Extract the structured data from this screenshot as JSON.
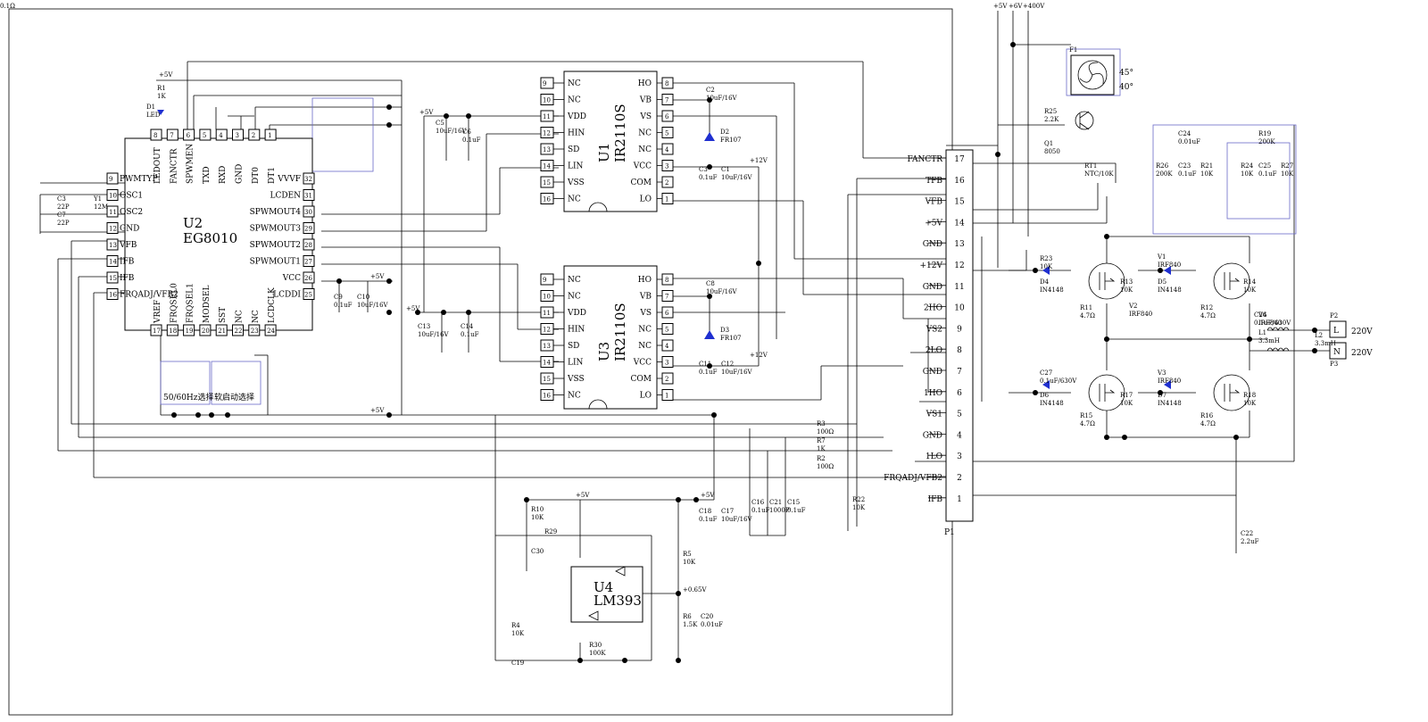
{
  "u2": {
    "ref": "U2",
    "part": "EG8010",
    "left": [
      [
        "9",
        "PWMTYP"
      ],
      [
        "10",
        "OSC1"
      ],
      [
        "11",
        "OSC2"
      ],
      [
        "12",
        "GND"
      ],
      [
        "13",
        "VFB"
      ],
      [
        "14",
        "IFB"
      ],
      [
        "15",
        "IFB"
      ],
      [
        "16",
        "FRQADJ/VFB2"
      ]
    ],
    "top": [
      [
        "8",
        "LEDOUT"
      ],
      [
        "7",
        "FANCTR"
      ],
      [
        "6",
        "SPWMEN"
      ],
      [
        "5",
        "TXD"
      ],
      [
        "4",
        "RXD"
      ],
      [
        "3",
        "GND"
      ],
      [
        "2",
        "DT0"
      ],
      [
        "1",
        "DT1"
      ]
    ],
    "right": [
      [
        "32",
        "VVVF"
      ],
      [
        "31",
        "LCDEN"
      ],
      [
        "30",
        "SPWMOUT4"
      ],
      [
        "29",
        "SPWMOUT3"
      ],
      [
        "28",
        "SPWMOUT2"
      ],
      [
        "27",
        "SPWMOUT1"
      ],
      [
        "26",
        "VCC"
      ],
      [
        "25",
        "LCDDI"
      ]
    ],
    "bottom": [
      [
        "17",
        "VREF"
      ],
      [
        "18",
        "FRQSEL0"
      ],
      [
        "19",
        "FRQSEL1"
      ],
      [
        "20",
        "MODSEL"
      ],
      [
        "21",
        "SST"
      ],
      [
        "22",
        "NC"
      ],
      [
        "23",
        "NC"
      ],
      [
        "24",
        "LCDCLK"
      ]
    ]
  },
  "u1": {
    "ref": "U1",
    "part": "IR2110S",
    "left": [
      [
        "9",
        "NC"
      ],
      [
        "10",
        "NC"
      ],
      [
        "11",
        "VDD"
      ],
      [
        "12",
        "HIN"
      ],
      [
        "13",
        "SD"
      ],
      [
        "14",
        "LIN"
      ],
      [
        "15",
        "VSS"
      ],
      [
        "16",
        "NC"
      ]
    ],
    "right": [
      [
        "8",
        "HO"
      ],
      [
        "7",
        "VB"
      ],
      [
        "6",
        "VS"
      ],
      [
        "5",
        "NC"
      ],
      [
        "4",
        "NC"
      ],
      [
        "3",
        "VCC"
      ],
      [
        "2",
        "COM"
      ],
      [
        "1",
        "LO"
      ]
    ]
  },
  "u3": {
    "ref": "U3",
    "part": "IR2110S",
    "left": [
      [
        "9",
        "NC"
      ],
      [
        "10",
        "NC"
      ],
      [
        "11",
        "VDD"
      ],
      [
        "12",
        "HIN"
      ],
      [
        "13",
        "SD"
      ],
      [
        "14",
        "LIN"
      ],
      [
        "15",
        "VSS"
      ],
      [
        "16",
        "NC"
      ]
    ],
    "right": [
      [
        "8",
        "HO"
      ],
      [
        "7",
        "VB"
      ],
      [
        "6",
        "VS"
      ],
      [
        "5",
        "NC"
      ],
      [
        "4",
        "NC"
      ],
      [
        "3",
        "VCC"
      ],
      [
        "2",
        "COM"
      ],
      [
        "1",
        "LO"
      ]
    ]
  },
  "u4": {
    "ref": "U4",
    "part": "LM393"
  },
  "p1": {
    "ref": "P1",
    "pins": [
      [
        "17",
        "FANCTR"
      ],
      [
        "16",
        "TFB"
      ],
      [
        "15",
        "VFB"
      ],
      [
        "14",
        "+5V"
      ],
      [
        "13",
        "GND"
      ],
      [
        "12",
        "+12V"
      ],
      [
        "11",
        "GND"
      ],
      [
        "10",
        "2HO"
      ],
      [
        "9",
        "VS2"
      ],
      [
        "8",
        "2LO"
      ],
      [
        "7",
        "GND"
      ],
      [
        "6",
        "1HO"
      ],
      [
        "5",
        "VS1"
      ],
      [
        "4",
        "GND"
      ],
      [
        "3",
        "1LO"
      ],
      [
        "2",
        "FRQADJ/VFB2"
      ],
      [
        "1",
        "IFB"
      ]
    ]
  },
  "rails": {
    "p5v": "+5V",
    "p12v": "+12V",
    "p6v": "+6V",
    "p400v": "+400V",
    "v065": "+0.65V"
  },
  "parts": [
    {
      "ref": "R1",
      "val": "1K"
    },
    {
      "ref": "D1",
      "val": "LED"
    },
    {
      "ref": "C3",
      "val": "22P"
    },
    {
      "ref": "C7",
      "val": "22P"
    },
    {
      "ref": "Y1",
      "val": "12M"
    },
    {
      "ref": "C5",
      "val": "10uF/16V"
    },
    {
      "ref": "C6",
      "val": "0.1uF"
    },
    {
      "ref": "C9",
      "val": "0.1uF"
    },
    {
      "ref": "C10",
      "val": "10uF/16V"
    },
    {
      "ref": "C13",
      "val": "10uF/16V"
    },
    {
      "ref": "C14",
      "val": "0.1uF"
    },
    {
      "ref": "C2",
      "val": "10uF/16V"
    },
    {
      "ref": "D2",
      "val": "FR107"
    },
    {
      "ref": "C3",
      "val": "0.1uF"
    },
    {
      "ref": "C1",
      "val": "10uF/16V"
    },
    {
      "ref": "C8",
      "val": "10uF/16V"
    },
    {
      "ref": "D3",
      "val": "FR107"
    },
    {
      "ref": "C11",
      "val": "0.1uF"
    },
    {
      "ref": "C12",
      "val": "10uF/16V"
    },
    {
      "ref": "R3",
      "val": "100Ω"
    },
    {
      "ref": "R7",
      "val": "1K"
    },
    {
      "ref": "R2",
      "val": "100Ω"
    },
    {
      "ref": "R22",
      "val": "10K"
    },
    {
      "ref": "C16",
      "val": "0.1uF"
    },
    {
      "ref": "C21",
      "val": "1000P"
    },
    {
      "ref": "C15",
      "val": "0.1uF"
    },
    {
      "ref": "C18",
      "val": "0.1uF"
    },
    {
      "ref": "C17",
      "val": "10uF/16V"
    },
    {
      "ref": "R10",
      "val": "10K"
    },
    {
      "ref": "R29",
      "val": ""
    },
    {
      "ref": "C30",
      "val": ""
    },
    {
      "ref": "R4",
      "val": "10K"
    },
    {
      "ref": "C19",
      "val": ""
    },
    {
      "ref": "R30",
      "val": "100K"
    },
    {
      "ref": "R5",
      "val": "10K"
    },
    {
      "ref": "R6",
      "val": "1.5K"
    },
    {
      "ref": "C20",
      "val": "0.01uF"
    },
    {
      "ref": "R25",
      "val": "2.2K"
    },
    {
      "ref": "Q1",
      "val": "8050"
    },
    {
      "ref": "RT1",
      "val": "NTC/10K"
    },
    {
      "ref": "C24",
      "val": "0.01uF"
    },
    {
      "ref": "R19",
      "val": "200K"
    },
    {
      "ref": "R26",
      "val": "200K"
    },
    {
      "ref": "C23",
      "val": "0.1uF"
    },
    {
      "ref": "R21",
      "val": "10K"
    },
    {
      "ref": "R24",
      "val": "10K"
    },
    {
      "ref": "C25",
      "val": "0.1uF"
    },
    {
      "ref": "R27",
      "val": "10K"
    },
    {
      "ref": "R23",
      "val": "10K"
    },
    {
      "ref": "D4",
      "val": "IN4148"
    },
    {
      "ref": "R11",
      "val": "4.7Ω"
    },
    {
      "ref": "R13",
      "val": "10K"
    },
    {
      "ref": "V1",
      "val": "IRF840"
    },
    {
      "ref": "D5",
      "val": "IN4148"
    },
    {
      "ref": "R12",
      "val": "4.7Ω"
    },
    {
      "ref": "R14",
      "val": "10K"
    },
    {
      "ref": "V2",
      "val": "IRF840"
    },
    {
      "ref": "C26",
      "val": "0.1uF/630V"
    },
    {
      "ref": "C27",
      "val": "0.1uF/630V"
    },
    {
      "ref": "D6",
      "val": "IN4148"
    },
    {
      "ref": "R15",
      "val": "4.7Ω"
    },
    {
      "ref": "R17",
      "val": "10K"
    },
    {
      "ref": "V3",
      "val": "IRF840"
    },
    {
      "ref": "D7",
      "val": "IN4148"
    },
    {
      "ref": "R16",
      "val": "4.7Ω"
    },
    {
      "ref": "R18",
      "val": "10K"
    },
    {
      "ref": "V4",
      "val": "IRF840"
    },
    {
      "ref": "L1",
      "val": "3.3mH"
    },
    {
      "ref": "L2",
      "val": "3.3mH"
    },
    {
      "ref": "C22",
      "val": "2.2uF"
    },
    {
      "ref": "R24",
      "val": "0.1Ω"
    }
  ],
  "fan": {
    "ref": "F1",
    "t1": "45°",
    "t2": "40°"
  },
  "outputs": [
    {
      "ref": "P2",
      "pin": "L",
      "v": "220V"
    },
    {
      "ref": "P3",
      "pin": "N",
      "v": "220V"
    }
  ],
  "sel": {
    "freq": "50/60Hz选择",
    "soft": "软启动选择"
  }
}
